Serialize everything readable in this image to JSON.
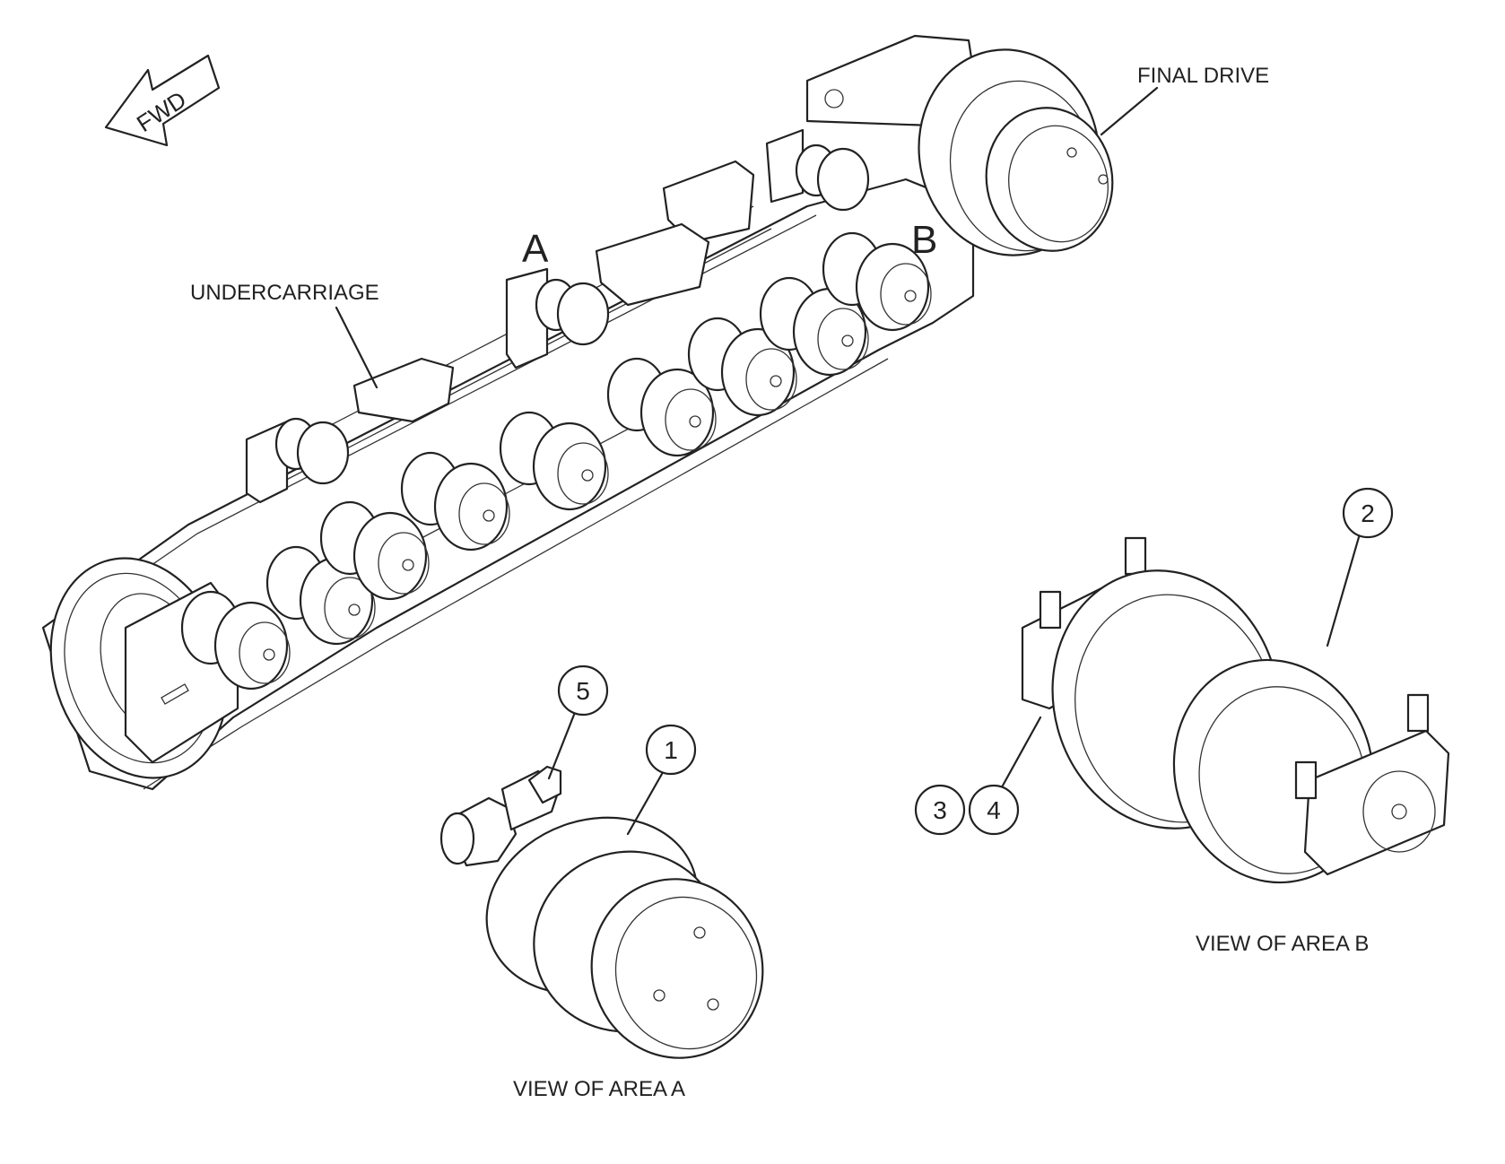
{
  "labels": {
    "fwd": "FWD",
    "final_drive": "FINAL DRIVE",
    "undercarriage": "UNDERCARRIAGE",
    "area_a": "A",
    "area_b": "B",
    "view_a": "VIEW OF AREA  A",
    "view_b": "VIEW OF AREA B"
  },
  "callouts": {
    "c1": "1",
    "c2": "2",
    "c3": "3",
    "c4": "4",
    "c5": "5"
  },
  "colors": {
    "line": "#222222",
    "background": "#ffffff",
    "fill_light": "#f1f1f1"
  }
}
